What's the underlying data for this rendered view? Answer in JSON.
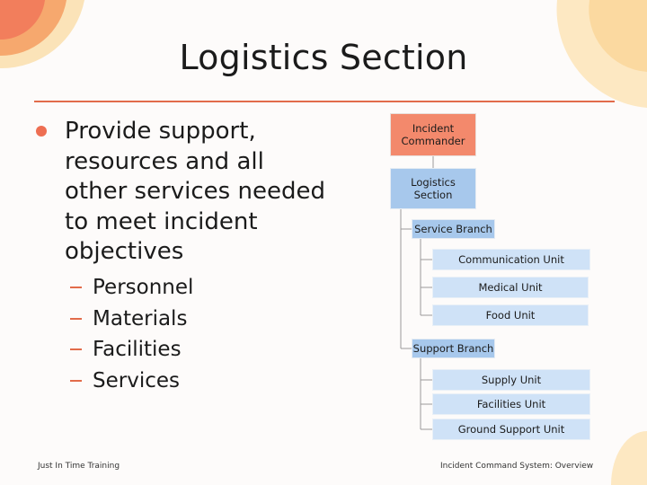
{
  "slide": {
    "title": "Logistics Section",
    "bullet": "Provide support, resources and all other services needed to meet incident objectives",
    "sub_items": [
      "Personnel",
      "Materials",
      "Facilities",
      "Services"
    ]
  },
  "org_chart": {
    "incident_commander": "Incident Commander",
    "logistics_section": "Logistics Section",
    "service_branch": {
      "label": "Service Branch",
      "units": [
        "Communication Unit",
        "Medical Unit",
        "Food Unit"
      ]
    },
    "support_branch": {
      "label": "Support Branch",
      "units": [
        "Supply Unit",
        "Facilities Unit",
        "Ground Support Unit"
      ]
    }
  },
  "footer": {
    "left": "Just In Time Training",
    "right": "Incident Command System: Overview"
  },
  "colors": {
    "accent": "#e26b4a",
    "commander_box": "#f3896c",
    "section_box": "#a7c8ec",
    "unit_box": "#cfe2f7"
  }
}
